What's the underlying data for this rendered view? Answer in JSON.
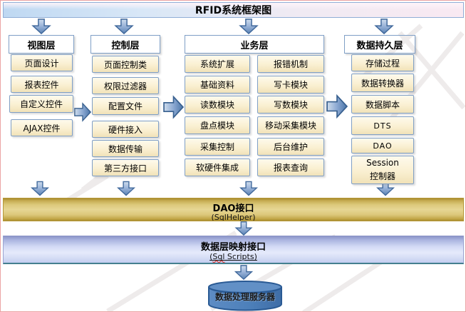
{
  "title": "RFID系统框架图",
  "layers": {
    "view": {
      "header": "视图层",
      "items": [
        "页面设计",
        "报表控件",
        "自定义控件",
        "AJAX控件"
      ]
    },
    "control": {
      "header": "控制层",
      "items": [
        "页面控制类",
        "权限过滤器",
        "配置文件",
        "硬件接入",
        "数据传输",
        "第三方接口"
      ]
    },
    "business": {
      "header": "业务层",
      "left_items": [
        "系统扩展",
        "基础资料",
        "读数模块",
        "盘点模块",
        "采集控制",
        "软硬件集成"
      ],
      "right_items": [
        "报错机制",
        "写卡模块",
        "写数模块",
        "移动采集模块",
        "后台维护",
        "报表查询"
      ]
    },
    "persistence": {
      "header": "数据持久层",
      "items": [
        "存储过程",
        "数据转换器",
        "数据脚本",
        "DTS",
        "DAO",
        "Session\n控制器"
      ]
    }
  },
  "dao_bar": {
    "title": "DAO接口",
    "sub_pre": "(",
    "sub_wavy": "Sql",
    "sub_post": "Helper)"
  },
  "mapping_bar": {
    "title": "数据层映射接口",
    "sub_pre": "(",
    "sub_wavy": "Sql",
    "sub_post": " Scripts)"
  },
  "database": {
    "label": "数据处理服务器"
  },
  "colors": {
    "header_orange": "#f8a33f",
    "header_crimson": "#bc1e50",
    "box_cream": "#faf0d2",
    "box_border": "#7f9fc6",
    "arrow_blue": "#5a82b4",
    "dao_gold": "#d9c26a",
    "mapping_lavender": "#ccd4f2",
    "cylinder_blue": "#4d80ba",
    "frame_pink": "#eba4a4"
  }
}
